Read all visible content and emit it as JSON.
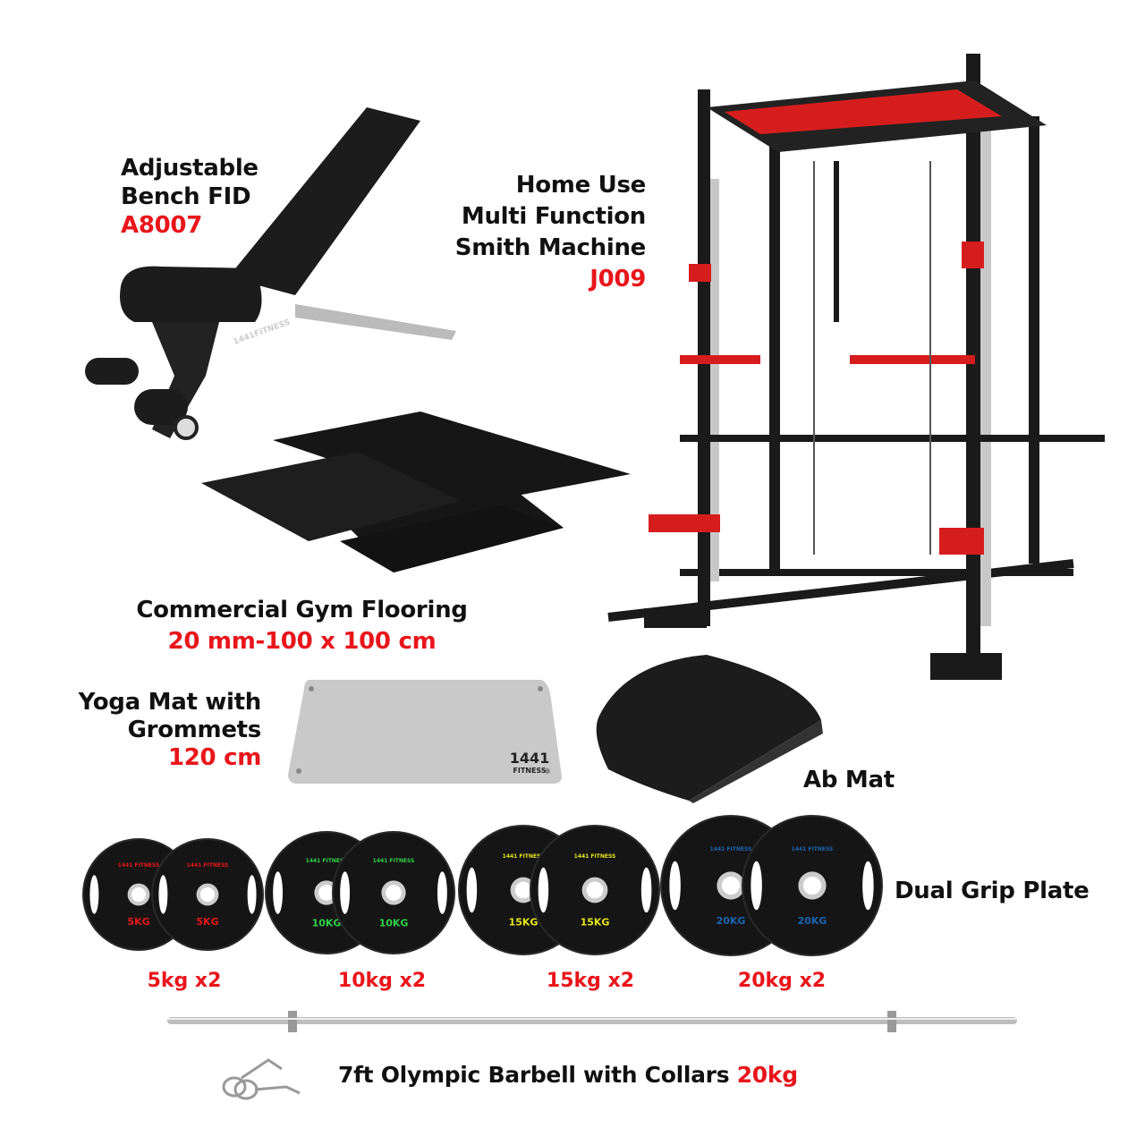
{
  "bench": {
    "title_line1": "Adjustable",
    "title_line2": "Bench FID",
    "code": "A8007",
    "logo": "1441FITNESS"
  },
  "smith": {
    "line1": "Home Use",
    "line2": "Multi Function",
    "line3": "Smith Machine",
    "code": "J009"
  },
  "flooring": {
    "title": "Commercial Gym Flooring",
    "spec": "20 mm-100 x 100 cm"
  },
  "yoga": {
    "line1": "Yoga Mat with",
    "line2": "Grommets",
    "size": "120 cm",
    "logo_top": "1441",
    "logo_bottom": "FITNESS"
  },
  "abmat": {
    "title": "Ab Mat"
  },
  "plates": {
    "title": "Dual Grip Plate",
    "brand": "1441 FITNESS",
    "items": [
      {
        "weight": "5KG",
        "qty": "5kg x2",
        "color": "#e8161b"
      },
      {
        "weight": "10KG",
        "qty": "10kg x2",
        "color": "#2fd14a"
      },
      {
        "weight": "15KG",
        "qty": "15kg x2",
        "color": "#e6e619"
      },
      {
        "weight": "20KG",
        "qty": "20kg x2",
        "color": "#1c64b0"
      }
    ]
  },
  "barbell": {
    "title": "7ft Olympic Barbell with Collars",
    "weight": "20kg"
  },
  "colors": {
    "accent": "#e8161b",
    "frame": "#1a1a1a"
  }
}
